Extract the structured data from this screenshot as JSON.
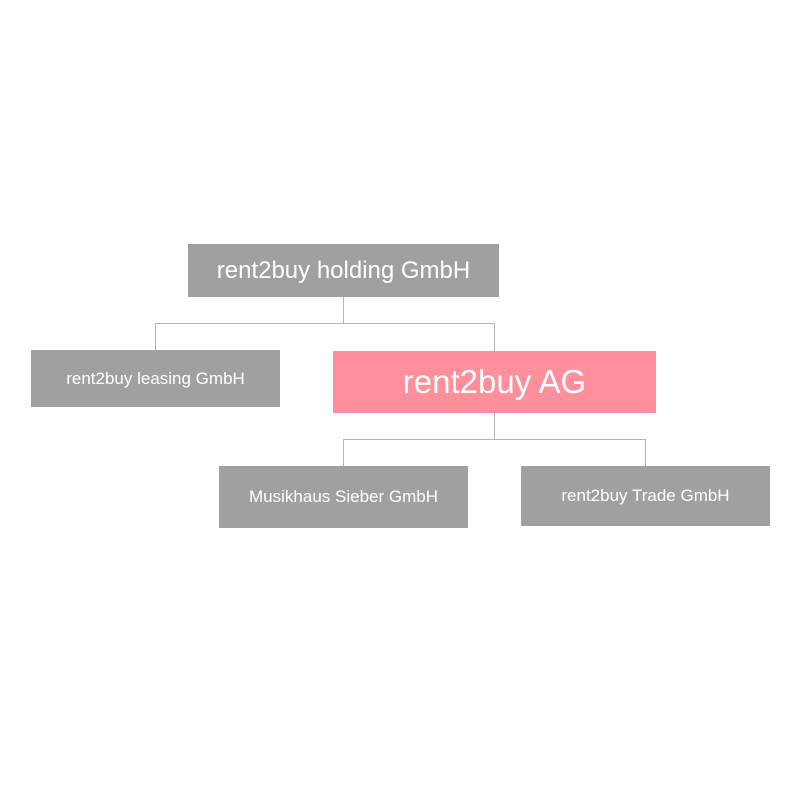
{
  "org_chart": {
    "root": {
      "label": "rent2buy holding GmbH"
    },
    "level2": [
      {
        "label": "rent2buy leasing GmbH"
      },
      {
        "label": "rent2buy AG",
        "highlighted": true
      }
    ],
    "level3": [
      {
        "label": "Musikhaus Sieber GmbH"
      },
      {
        "label": "rent2buy Trade GmbH"
      }
    ]
  },
  "colors": {
    "node": "#a0a0a0",
    "highlight": "#ff8f9a",
    "connector": "#b4b4b4",
    "text": "#ffffff"
  }
}
